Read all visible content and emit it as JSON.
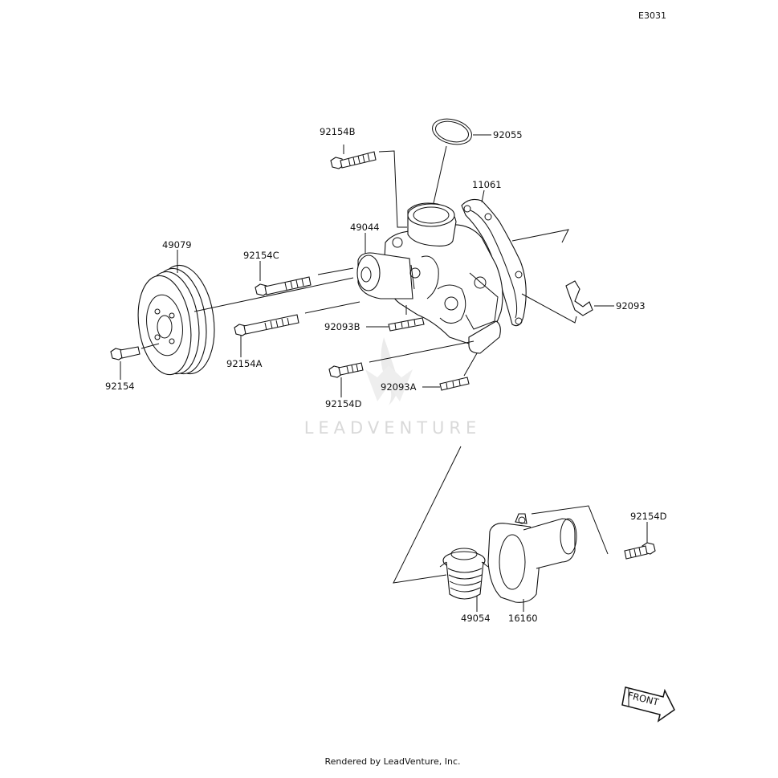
{
  "diagram_code": "E3031",
  "watermark": "LEADVENTURE",
  "footer": "Rendered by LeadVenture, Inc.",
  "front_badge": "FRONT",
  "labels": {
    "l92154B": "92154B",
    "l92055": "92055",
    "l11061": "11061",
    "l49044": "49044",
    "l49079": "49079",
    "l92154C": "92154C",
    "l92093": "92093",
    "l92093B": "92093B",
    "l92154A": "92154A",
    "l92154": "92154",
    "l92154D_top": "92154D",
    "l92093A": "92093A",
    "l92154D_bottom": "92154D",
    "l49054": "49054",
    "l16160": "16160"
  }
}
